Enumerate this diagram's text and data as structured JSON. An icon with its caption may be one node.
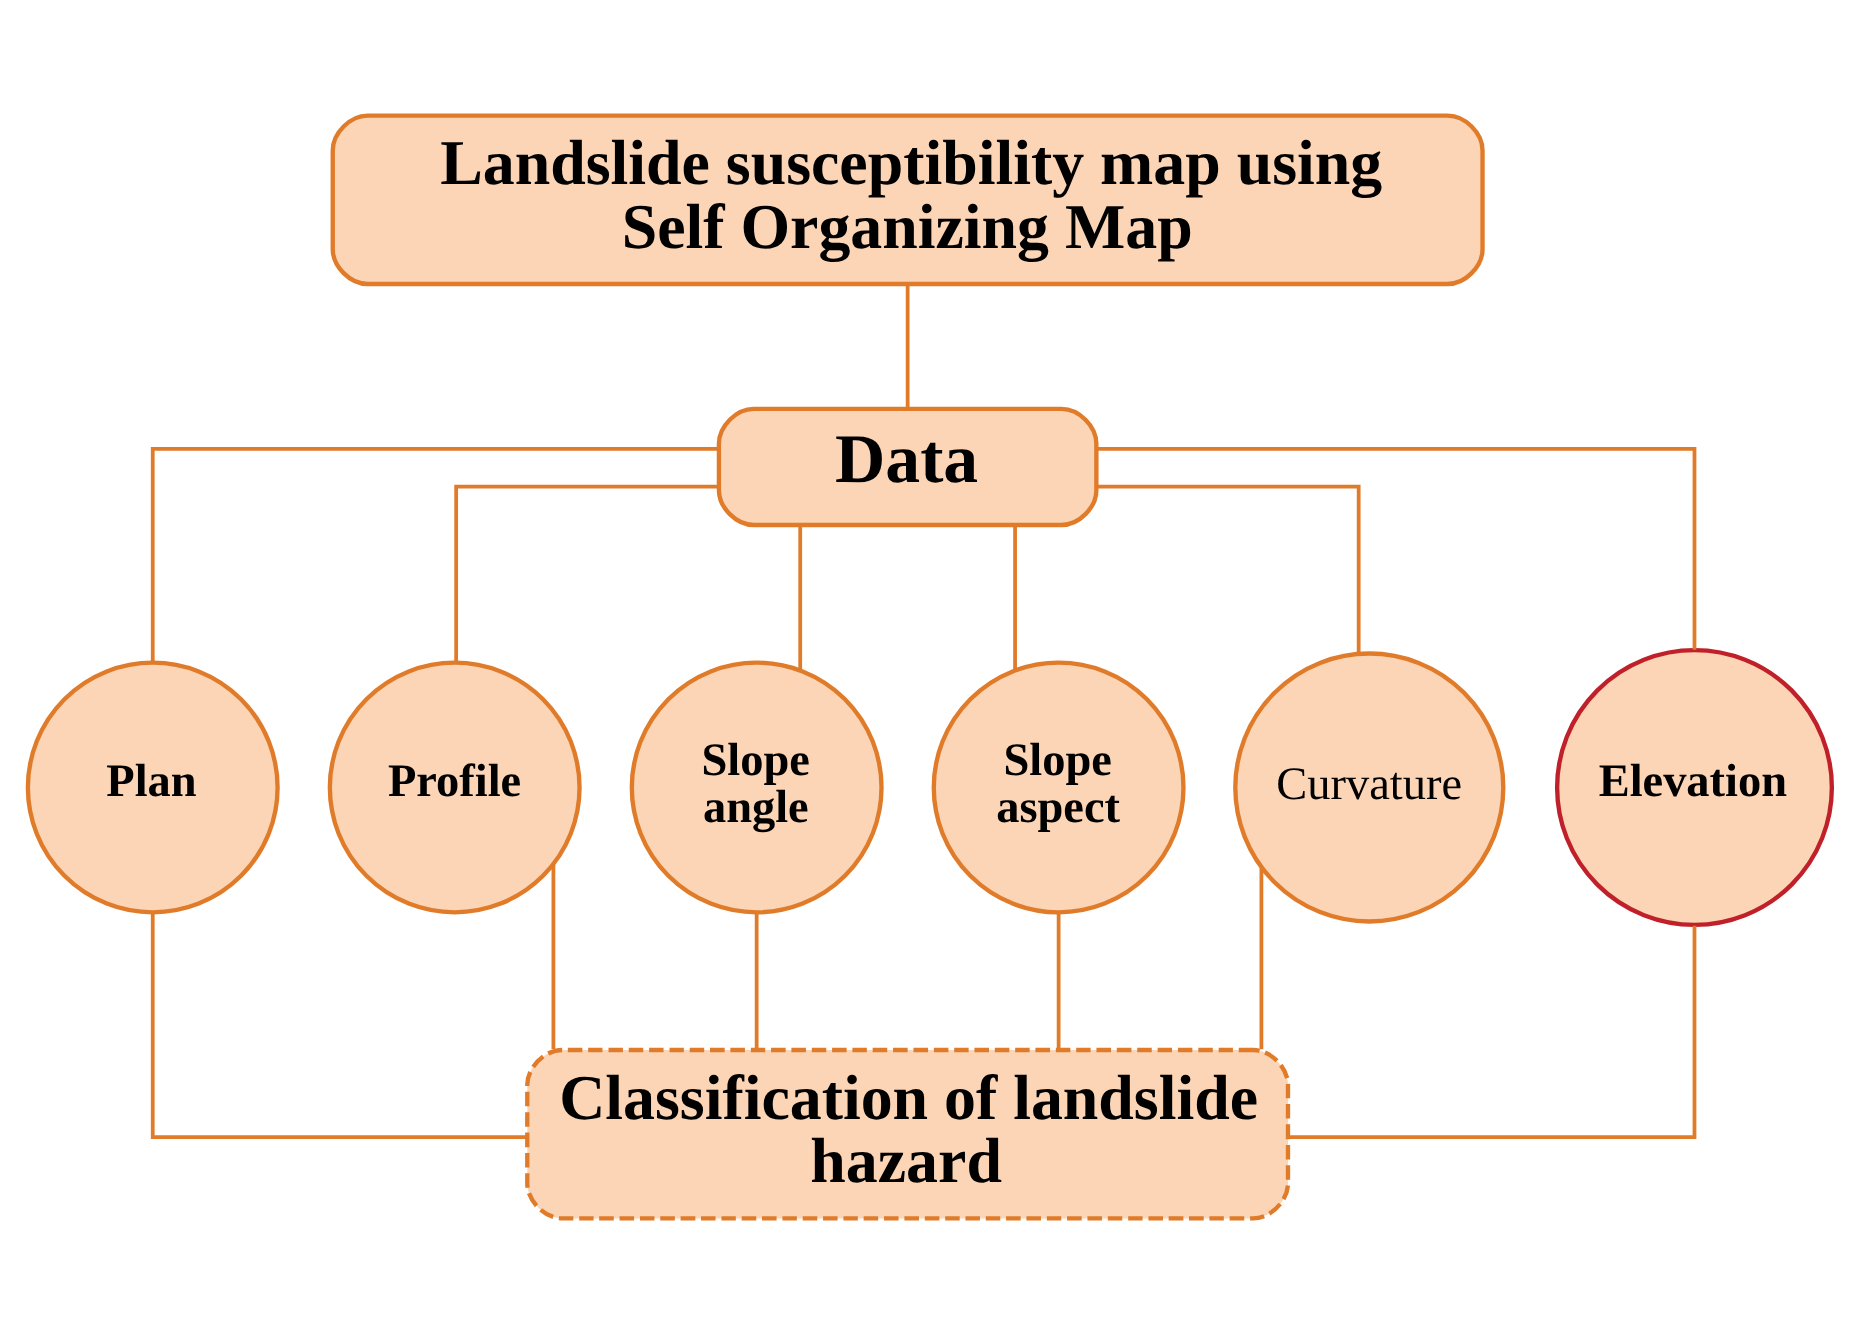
{
  "diagram": {
    "nodes": [
      {
        "text": [
          "Landslide susceptibility map using Self Organizing Map"
        ]
      },
      {
        "text": [
          "Data"
        ]
      },
      {
        "text": [
          "Plan"
        ]
      },
      {
        "text": [
          "Profile"
        ]
      },
      {
        "text": [
          "Slope angle"
        ]
      },
      {
        "text": [
          "Slope aspect"
        ]
      },
      {
        "text": [
          "Curvature"
        ]
      },
      {
        "text": [
          "Elevation"
        ]
      },
      {
        "text": [
          "Classification of landslide hazard"
        ]
      }
    ],
    "edges": [
      {
        "from": 0,
        "to": 1,
        "arrow": "none"
      },
      {
        "from": 1,
        "to": 2,
        "arrow": "none"
      },
      {
        "from": 1,
        "to": 3,
        "arrow": "none"
      },
      {
        "from": 1,
        "to": 4,
        "arrow": "none"
      },
      {
        "from": 1,
        "to": 5,
        "arrow": "none"
      },
      {
        "from": 1,
        "to": 6,
        "arrow": "none"
      },
      {
        "from": 1,
        "to": 7,
        "arrow": "none"
      },
      {
        "from": 2,
        "to": 8,
        "arrow": "none"
      },
      {
        "from": 3,
        "to": 8,
        "arrow": "none"
      },
      {
        "from": 4,
        "to": 8,
        "arrow": "none"
      },
      {
        "from": 5,
        "to": 8,
        "arrow": "none"
      },
      {
        "from": 6,
        "to": 8,
        "arrow": "none"
      },
      {
        "from": 7,
        "to": 8,
        "arrow": "none"
      }
    ]
  }
}
